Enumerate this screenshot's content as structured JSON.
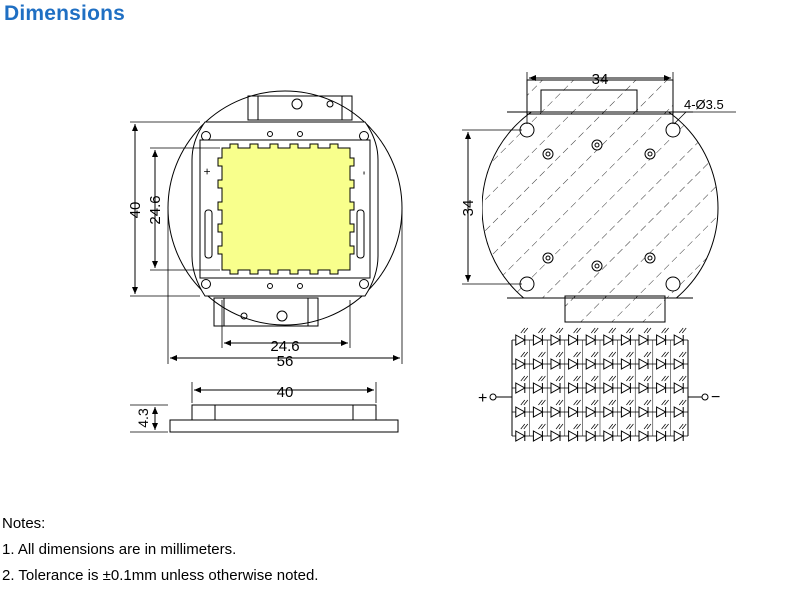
{
  "heading": "Dimensions",
  "front_view": {
    "dim_height_overall": "40",
    "dim_height_chip": "24.6",
    "dim_width_chip": "24.6",
    "dim_width_overall": "56",
    "plus_sign": "+",
    "minus_sign": "-"
  },
  "side_view": {
    "dim_length": "40",
    "dim_thickness": "4.3"
  },
  "back_view": {
    "dim_width": "34",
    "dim_height": "34",
    "hole_callout": "4-Ø3.5"
  },
  "circuit": {
    "plus_terminal": "+",
    "minus_terminal": "−"
  },
  "notes": {
    "title": "Notes:",
    "items": [
      "1. All dimensions are in millimeters.",
      "2. Tolerance is ±0.1mm unless otherwise noted."
    ]
  },
  "colors": {
    "heading": "#1f6fc3",
    "chip": "#f8ff8c",
    "line": "#000000"
  }
}
